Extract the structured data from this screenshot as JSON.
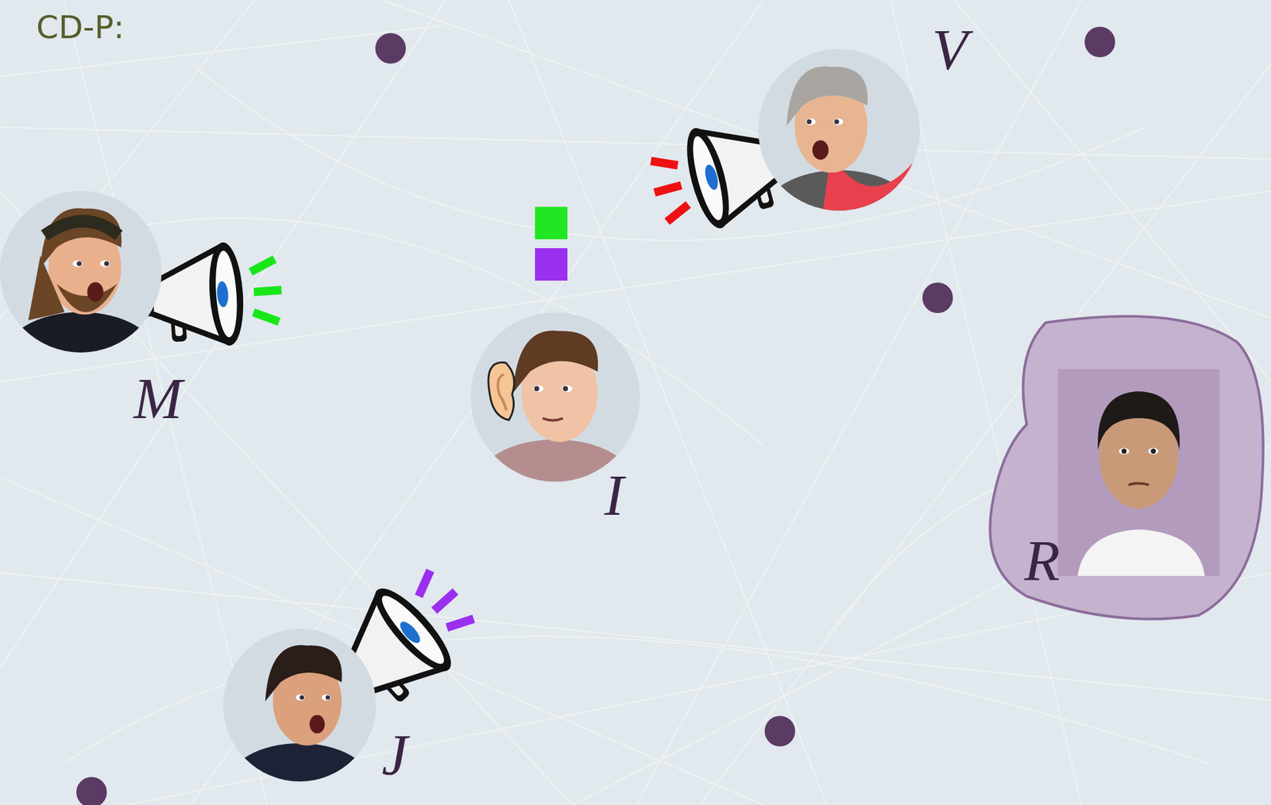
{
  "diagram": {
    "title": "CD-P:",
    "nodes": [
      {
        "text": [
          "V"
        ]
      },
      {
        "text": [
          "M"
        ]
      },
      {
        "text": [
          "I"
        ]
      },
      {
        "text": [
          "R"
        ]
      },
      {
        "text": [
          "J"
        ]
      }
    ]
  }
}
